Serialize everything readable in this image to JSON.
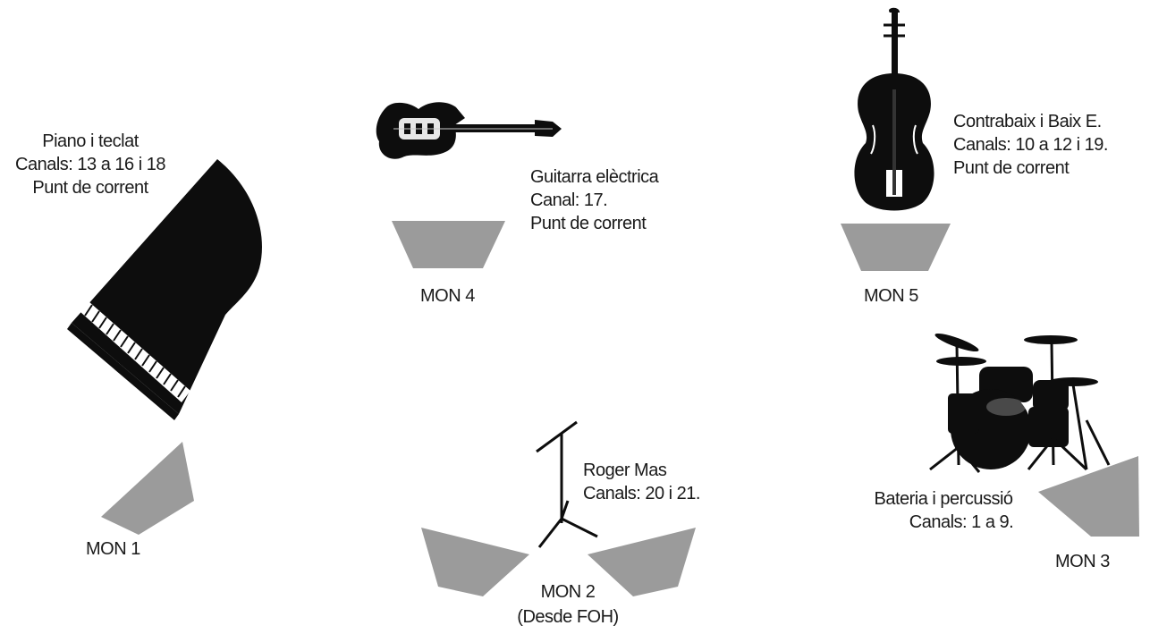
{
  "colors": {
    "monitor": "#9b9b9b",
    "instrument": "#0d0d0d",
    "text": "#1a1a1a"
  },
  "piano": {
    "lines": [
      "Piano i teclat",
      "Canals: 13 a 16 i 18",
      "Punt de corrent"
    ],
    "icon": "grand-piano-icon"
  },
  "guitar": {
    "lines": [
      "Guitarra elèctrica",
      "Canal: 17.",
      "Punt de corrent"
    ],
    "icon": "electric-guitar-icon"
  },
  "bass": {
    "lines": [
      "Contrabaix i Baix E.",
      "Canals: 10 a 12 i 19.",
      "Punt de corrent"
    ],
    "icon": "double-bass-icon"
  },
  "drums": {
    "lines": [
      "Bateria i percussió",
      "Canals: 1 a 9."
    ],
    "icon": "drum-kit-icon"
  },
  "vocal": {
    "lines": [
      "Roger Mas",
      "Canals: 20 i 21."
    ],
    "icon": "mic-stand-icon"
  },
  "monitors": {
    "mon1": "MON 1",
    "mon2": "MON 2",
    "mon2_note": "(Desde FOH)",
    "mon3": "MON 3",
    "mon4": "MON 4",
    "mon5": "MON 5"
  }
}
